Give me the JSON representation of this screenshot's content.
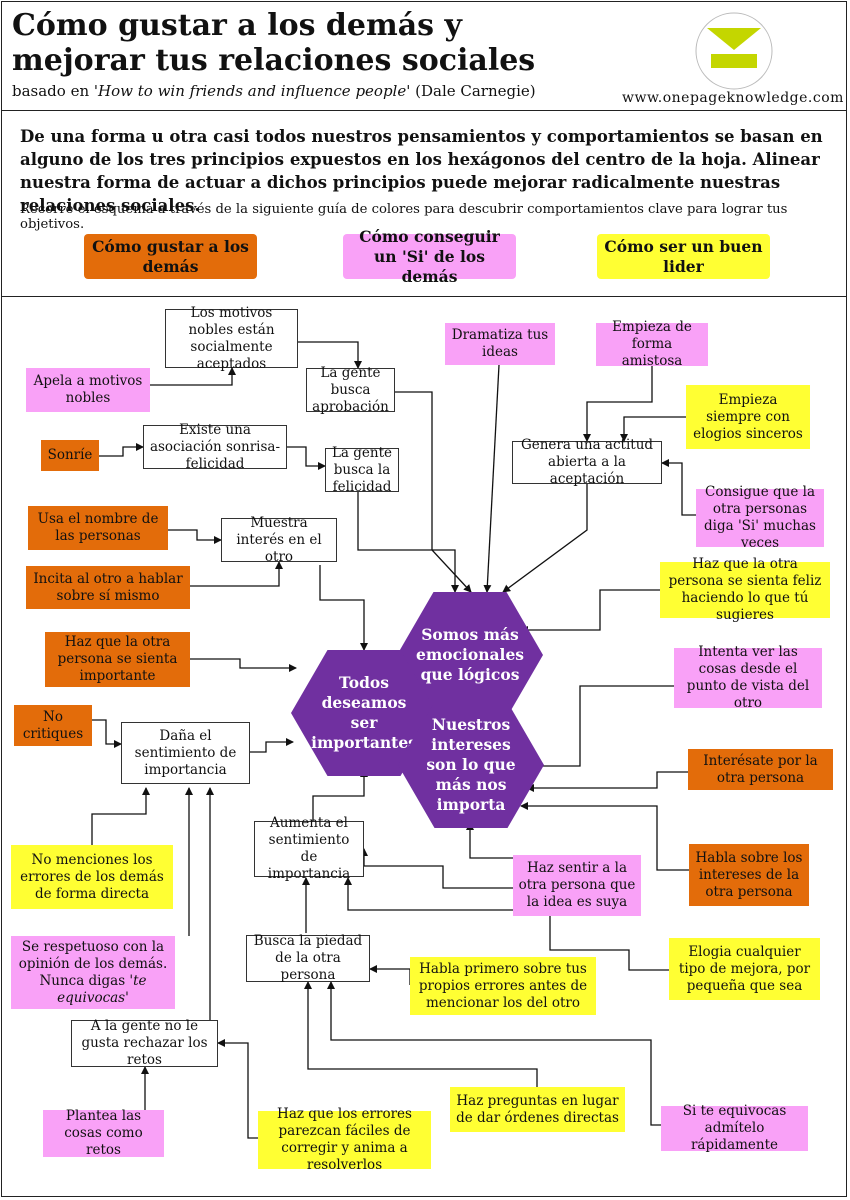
{
  "header": {
    "title": "Cómo gustar a los demás y mejorar tus relaciones sociales",
    "subtitle_prefix": "basado en ",
    "subtitle_book": "'How to win friends and influence people'",
    "subtitle_author": " (Dale Carnegie)",
    "website": "www.onepageknowledge.com"
  },
  "intro": "De una forma u otra casi todos nuestros pensamientos y comportamientos se basan en alguno de los tres principios expuestos en los hexágonos del centro de la hoja. Alinear nuestra forma de actuar a dichos principios puede mejorar radicalmente nuestras relaciones sociales.",
  "guide": "Recorre el esquema a través de la siguiente guía de colores para descubrir comportamientos clave para lograr tus objetivos.",
  "legend": {
    "orange": "Cómo gustar a los demás",
    "pink": "Cómo conseguir un 'Si' de los demás",
    "yellow": "Cómo ser un buen lider"
  },
  "colors": {
    "orange": "#e36c0a",
    "pink": "#f9a1f7",
    "yellow": "#ffff33",
    "purple": "#7030a0",
    "logo_green": "#c4d600"
  },
  "hexagons": {
    "emocionales": "Somos más emocionales que lógicos",
    "importantes": "Todos deseamos ser importantes",
    "intereses": "Nuestros intereses son lo que más nos importa"
  },
  "nodes": {
    "motivos_nobles": "Los motivos nobles están socialmente aceptados",
    "apela": "Apela a motivos nobles",
    "aprobacion": "La gente busca aprobación",
    "dramatiza": "Dramatiza tus ideas",
    "amistosa": "Empieza de forma amistosa",
    "elogios": "Empieza siempre con elogios sinceros",
    "sonrie": "Sonríe",
    "asociacion": "Existe una asociación sonrisa-felicidad",
    "felicidad": "La gente busca la felicidad",
    "actitud": "Genera una actitud abierta a la aceptación",
    "consigue_si": "Consigue que la otra personas diga 'Si' muchas veces",
    "nombre": "Usa el nombre de las personas",
    "muestra_interes": "Muestra interés en el otro",
    "incita": "Incita al otro a hablar sobre sí mismo",
    "feliz_sugieres": "Haz que la otra persona se sienta feliz haciendo lo que tú sugieres",
    "sienta_importante": "Haz que la otra persona se sienta importante",
    "punto_vista": "Intenta ver las cosas desde el punto de vista del otro",
    "no_critiques": "No critiques",
    "dana": "Daña el sentimiento de importancia",
    "interesate": "Interésate por la otra persona",
    "aumenta": "Aumenta el sentimiento de importancia",
    "no_menciones": "No menciones los errores de los demás de forma directa",
    "idea_suya": "Haz sentir a la otra persona que la idea es suya",
    "habla_intereses": "Habla sobre los intereses de la otra persona",
    "respetuoso_1": "Se respetuoso con la opinión de los demás. Nunca digas",
    "respetuoso_2": "'te equivocas'",
    "piedad": "Busca la piedad de la otra persona",
    "elogia": "Elogia cualquier tipo de mejora, por pequeña que sea",
    "habla_primero": "Habla primero sobre tus propios errores antes de mencionar los del otro",
    "retos": "A la gente no le gusta rechazar los retos",
    "plantea": "Plantea las cosas como retos",
    "errores_faciles": "Haz que los errores parezcan fáciles de corregir y anima a resolverlos",
    "preguntas": "Haz preguntas en lugar de dar órdenes directas",
    "equivocas": "Si te equivocas admítelo rápidamente"
  }
}
